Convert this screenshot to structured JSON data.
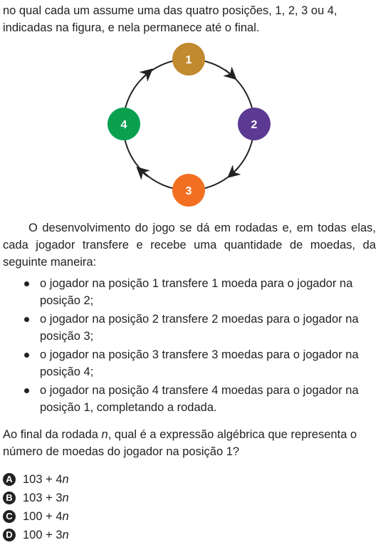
{
  "intro": "no qual cada um assume uma das quatro posições, 1, 2, 3 ou 4, indicadas na figura, e nela permanece até o final.",
  "diagram": {
    "positions": [
      {
        "label": "1",
        "color": "#c18a2e"
      },
      {
        "label": "2",
        "color": "#5c3a93"
      },
      {
        "label": "3",
        "color": "#f26f21"
      },
      {
        "label": "4",
        "color": "#0aa050"
      }
    ]
  },
  "rounds_text": "O desenvolvimento do jogo se dá em rodadas e, em todas elas, cada jogador transfere e recebe uma quantidade de moedas, da seguinte maneira:",
  "rules": [
    "o jogador na posição 1 transfere 1 moeda para o jogador na posição 2;",
    "o jogador na posição 2 transfere 2 moedas para o jogador na posição 3;",
    "o jogador na posição 3 transfere 3 moedas para o jogador na posição 4;",
    "o jogador na posição 4 transfere 4 moedas para o jogador na posição 1, completando a rodada."
  ],
  "question": {
    "pre": "Ao final da rodada ",
    "var": "n",
    "post": ", qual é a expressão algébrica que representa o número de moedas do jogador na posição 1?"
  },
  "options": [
    {
      "letter": "A",
      "base": "103 + 4",
      "var": "n"
    },
    {
      "letter": "B",
      "base": "103 + 3",
      "var": "n"
    },
    {
      "letter": "C",
      "base": "100 + 4",
      "var": "n"
    },
    {
      "letter": "D",
      "base": "100 + 3",
      "var": "n"
    }
  ]
}
